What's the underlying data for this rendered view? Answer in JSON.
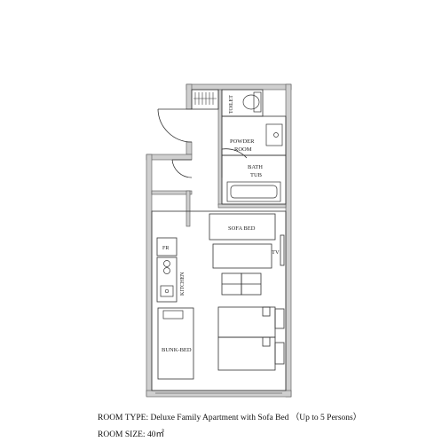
{
  "labels": {
    "toilet": "TOILET",
    "powder_room_line1": "POWDER",
    "powder_room_line2": "ROOM",
    "bath_line1": "BATH",
    "bath_line2": "TUB",
    "sofa_bed": "SOFA BED",
    "tv": "TV",
    "fridge": "FR",
    "kitchen": "KITCHEN",
    "bunk_bed": "BUNK-BED"
  },
  "caption": {
    "room_type": "ROOM TYPE: Deluxe Family Apartment with Sofa Bed （Up to 5 Persons）",
    "room_size": "ROOM SIZE: 40㎡"
  },
  "colors": {
    "wall": "#cfcfcf",
    "line": "#333333",
    "background": "#ffffff"
  }
}
